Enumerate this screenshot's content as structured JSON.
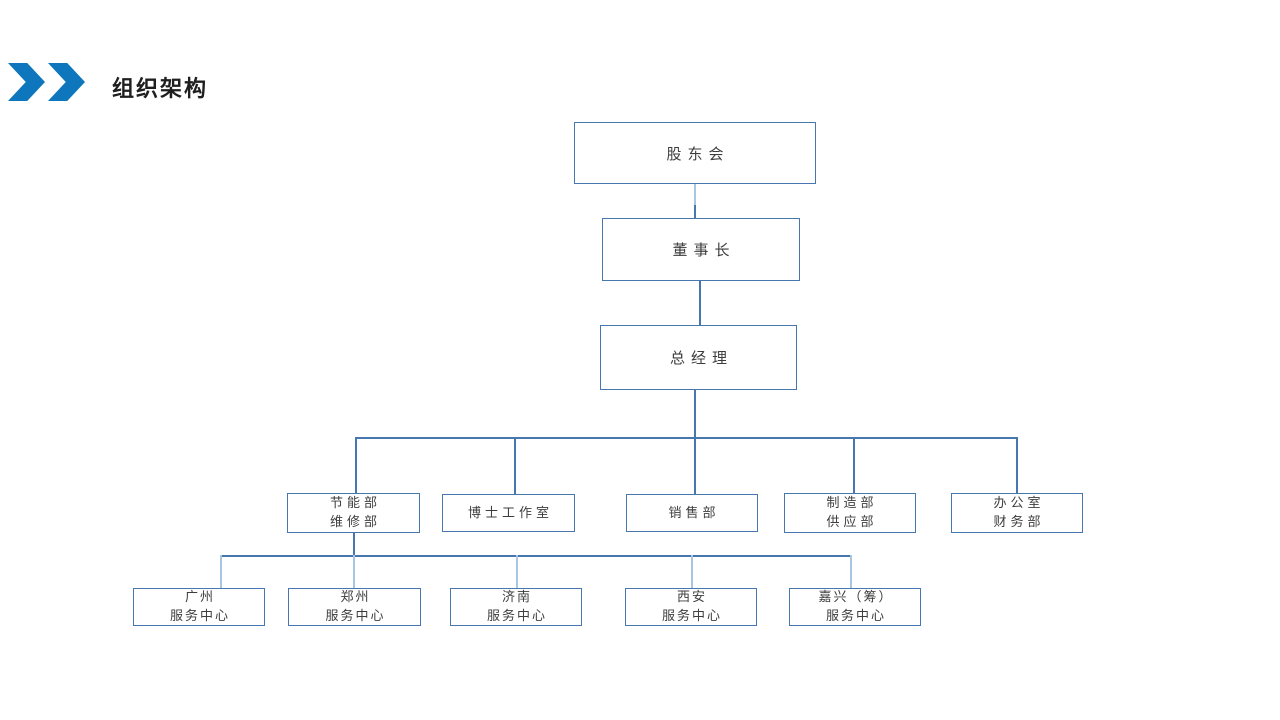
{
  "header": {
    "title": "组织架构",
    "icon": "double-chevron-right"
  },
  "colors": {
    "accent_chevron": "#0E76BD",
    "box_border": "#4677AE",
    "connector_dark": "#4677AE",
    "connector_light": "#A8C5E5",
    "title_text": "#1f1f1f",
    "node_text": "#3d3d3d",
    "background": "#ffffff"
  },
  "org_chart": {
    "type": "org-tree",
    "nodes": {
      "shareholders": {
        "line1": "股东会"
      },
      "chairman": {
        "line1": "董事长"
      },
      "general_manager": {
        "line1": "总经理"
      },
      "dept_energy": {
        "line1": "节能部",
        "line2": "维修部"
      },
      "dept_doctor": {
        "line1": "博士工作室"
      },
      "dept_sales": {
        "line1": "销售部"
      },
      "dept_manufacturing": {
        "line1": "制造部",
        "line2": "供应部"
      },
      "dept_office": {
        "line1": "办公室",
        "line2": "财务部"
      },
      "center_guangzhou": {
        "line1": "广州",
        "line2": "服务中心"
      },
      "center_zhengzhou": {
        "line1": "郑州",
        "line2": "服务中心"
      },
      "center_jinan": {
        "line1": "济南",
        "line2": "服务中心"
      },
      "center_xian": {
        "line1": "西安",
        "line2": "服务中心"
      },
      "center_jiaxing": {
        "line1": "嘉兴（筹）",
        "line2": "服务中心"
      }
    },
    "edges": [
      "股东会 > 董事长",
      "董事长 > 总经理",
      "总经理 > 节能部维修部",
      "总经理 > 博士工作室",
      "总经理 > 销售部",
      "总经理 > 制造部供应部",
      "总经理 > 办公室财务部",
      "节能部维修部 > 广州服务中心",
      "节能部维修部 > 郑州服务中心",
      "节能部维修部 > 济南服务中心",
      "节能部维修部 > 西安服务中心",
      "节能部维修部 > 嘉兴（筹）服务中心"
    ]
  }
}
